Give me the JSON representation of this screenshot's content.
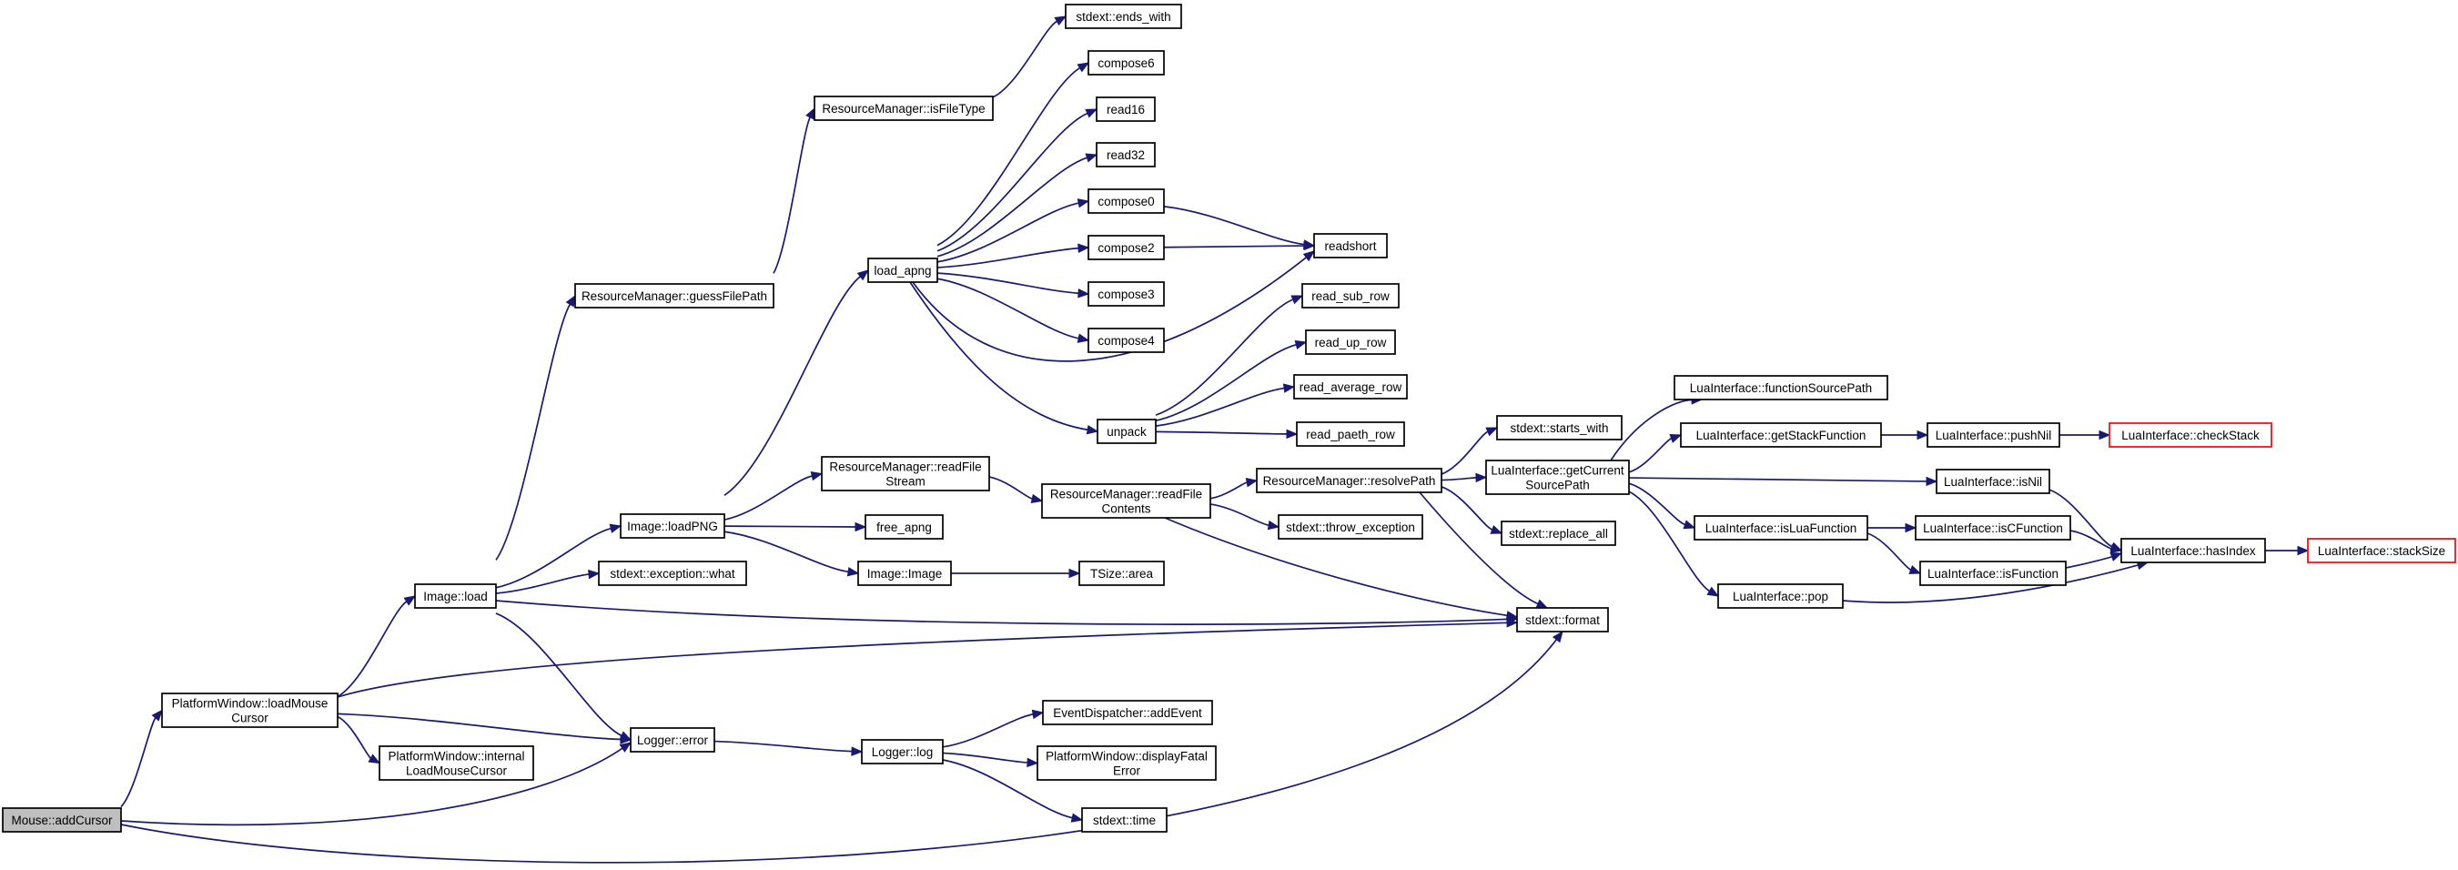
{
  "diagram": {
    "root": "Mouse::addCursor",
    "colors": {
      "edge": "#191970",
      "root_fill": "#bfbfbf",
      "truncated_border": "#ff0000",
      "node_border": "#000000"
    },
    "nodes": [
      {
        "id": "addCursor",
        "lines": [
          "Mouse::addCursor"
        ],
        "kind": "root"
      },
      {
        "id": "loadMouseCursor",
        "lines": [
          "PlatformWindow::loadMouse",
          "Cursor"
        ]
      },
      {
        "id": "internalLoad",
        "lines": [
          "PlatformWindow::internal",
          "LoadMouseCursor"
        ]
      },
      {
        "id": "imageLoad",
        "lines": [
          "Image::load"
        ]
      },
      {
        "id": "loggerError",
        "lines": [
          "Logger::error"
        ]
      },
      {
        "id": "loggerLog",
        "lines": [
          "Logger::log"
        ]
      },
      {
        "id": "addEvent",
        "lines": [
          "EventDispatcher::addEvent"
        ]
      },
      {
        "id": "displayFatal",
        "lines": [
          "PlatformWindow::displayFatal",
          "Error"
        ]
      },
      {
        "id": "time",
        "lines": [
          "stdext::time"
        ]
      },
      {
        "id": "loadPNG",
        "lines": [
          "Image::loadPNG"
        ]
      },
      {
        "id": "exceptionWhat",
        "lines": [
          "stdext::exception::what"
        ]
      },
      {
        "id": "guessFilePath",
        "lines": [
          "ResourceManager::guessFilePath"
        ]
      },
      {
        "id": "isFileType",
        "lines": [
          "ResourceManager::isFileType"
        ]
      },
      {
        "id": "endsWith",
        "lines": [
          "stdext::ends_with"
        ]
      },
      {
        "id": "readFileStream",
        "lines": [
          "ResourceManager::readFile",
          "Stream"
        ]
      },
      {
        "id": "freeApng",
        "lines": [
          "free_apng"
        ]
      },
      {
        "id": "imageImage",
        "lines": [
          "Image::Image"
        ]
      },
      {
        "id": "tsizeArea",
        "lines": [
          "TSize::area"
        ]
      },
      {
        "id": "loadApng",
        "lines": [
          "load_apng"
        ]
      },
      {
        "id": "compose6",
        "lines": [
          "compose6"
        ]
      },
      {
        "id": "read16",
        "lines": [
          "read16"
        ]
      },
      {
        "id": "read32",
        "lines": [
          "read32"
        ]
      },
      {
        "id": "compose0",
        "lines": [
          "compose0"
        ]
      },
      {
        "id": "compose2",
        "lines": [
          "compose2"
        ]
      },
      {
        "id": "compose3",
        "lines": [
          "compose3"
        ]
      },
      {
        "id": "compose4",
        "lines": [
          "compose4"
        ]
      },
      {
        "id": "unpack",
        "lines": [
          "unpack"
        ]
      },
      {
        "id": "readshort",
        "lines": [
          "readshort"
        ]
      },
      {
        "id": "readSubRow",
        "lines": [
          "read_sub_row"
        ]
      },
      {
        "id": "readUpRow",
        "lines": [
          "read_up_row"
        ]
      },
      {
        "id": "readAverageRow",
        "lines": [
          "read_average_row"
        ]
      },
      {
        "id": "readPaethRow",
        "lines": [
          "read_paeth_row"
        ]
      },
      {
        "id": "readFileContents",
        "lines": [
          "ResourceManager::readFile",
          "Contents"
        ]
      },
      {
        "id": "resolvePath",
        "lines": [
          "ResourceManager::resolvePath"
        ]
      },
      {
        "id": "throwException",
        "lines": [
          "stdext::throw_exception"
        ]
      },
      {
        "id": "startsWith",
        "lines": [
          "stdext::starts_with"
        ]
      },
      {
        "id": "replaceAll",
        "lines": [
          "stdext::replace_all"
        ]
      },
      {
        "id": "format",
        "lines": [
          "stdext::format"
        ]
      },
      {
        "id": "getCurrentSourcePath",
        "lines": [
          "LuaInterface::getCurrent",
          "SourcePath"
        ]
      },
      {
        "id": "functionSourcePath",
        "lines": [
          "LuaInterface::functionSourcePath"
        ]
      },
      {
        "id": "getStackFunction",
        "lines": [
          "LuaInterface::getStackFunction"
        ]
      },
      {
        "id": "pushNil",
        "lines": [
          "LuaInterface::pushNil"
        ]
      },
      {
        "id": "checkStack",
        "lines": [
          "LuaInterface::checkStack"
        ],
        "kind": "truncated"
      },
      {
        "id": "isNil",
        "lines": [
          "LuaInterface::isNil"
        ]
      },
      {
        "id": "isLuaFunction",
        "lines": [
          "LuaInterface::isLuaFunction"
        ]
      },
      {
        "id": "isCFunction",
        "lines": [
          "LuaInterface::isCFunction"
        ]
      },
      {
        "id": "isFunction",
        "lines": [
          "LuaInterface::isFunction"
        ]
      },
      {
        "id": "pop",
        "lines": [
          "LuaInterface::pop"
        ]
      },
      {
        "id": "hasIndex",
        "lines": [
          "LuaInterface::hasIndex"
        ]
      },
      {
        "id": "stackSize",
        "lines": [
          "LuaInterface::stackSize"
        ],
        "kind": "truncated"
      }
    ],
    "edges": [
      [
        "addCursor",
        "loadMouseCursor"
      ],
      [
        "addCursor",
        "loggerError"
      ],
      [
        "addCursor",
        "format"
      ],
      [
        "loadMouseCursor",
        "imageLoad"
      ],
      [
        "loadMouseCursor",
        "internalLoad"
      ],
      [
        "loadMouseCursor",
        "loggerError"
      ],
      [
        "loadMouseCursor",
        "format"
      ],
      [
        "imageLoad",
        "guessFilePath"
      ],
      [
        "imageLoad",
        "loadPNG"
      ],
      [
        "imageLoad",
        "exceptionWhat"
      ],
      [
        "imageLoad",
        "loggerError"
      ],
      [
        "imageLoad",
        "format"
      ],
      [
        "loggerError",
        "loggerLog"
      ],
      [
        "loggerLog",
        "addEvent"
      ],
      [
        "loggerLog",
        "displayFatal"
      ],
      [
        "loggerLog",
        "time"
      ],
      [
        "guessFilePath",
        "isFileType"
      ],
      [
        "isFileType",
        "endsWith"
      ],
      [
        "loadPNG",
        "loadApng"
      ],
      [
        "loadPNG",
        "readFileStream"
      ],
      [
        "loadPNG",
        "freeApng"
      ],
      [
        "loadPNG",
        "imageImage"
      ],
      [
        "imageImage",
        "tsizeArea"
      ],
      [
        "readFileStream",
        "readFileContents"
      ],
      [
        "loadApng",
        "compose6"
      ],
      [
        "loadApng",
        "read16"
      ],
      [
        "loadApng",
        "read32"
      ],
      [
        "loadApng",
        "compose0"
      ],
      [
        "loadApng",
        "compose2"
      ],
      [
        "loadApng",
        "compose3"
      ],
      [
        "loadApng",
        "compose4"
      ],
      [
        "loadApng",
        "unpack"
      ],
      [
        "loadApng",
        "readshort"
      ],
      [
        "compose0",
        "readshort"
      ],
      [
        "compose2",
        "readshort"
      ],
      [
        "unpack",
        "readSubRow"
      ],
      [
        "unpack",
        "readUpRow"
      ],
      [
        "unpack",
        "readAverageRow"
      ],
      [
        "unpack",
        "readPaethRow"
      ],
      [
        "readFileContents",
        "resolvePath"
      ],
      [
        "readFileContents",
        "throwException"
      ],
      [
        "readFileContents",
        "format"
      ],
      [
        "resolvePath",
        "startsWith"
      ],
      [
        "resolvePath",
        "getCurrentSourcePath"
      ],
      [
        "resolvePath",
        "replaceAll"
      ],
      [
        "resolvePath",
        "format"
      ],
      [
        "getCurrentSourcePath",
        "functionSourcePath"
      ],
      [
        "getCurrentSourcePath",
        "getStackFunction"
      ],
      [
        "getCurrentSourcePath",
        "isNil"
      ],
      [
        "getCurrentSourcePath",
        "isLuaFunction"
      ],
      [
        "getCurrentSourcePath",
        "pop"
      ],
      [
        "getStackFunction",
        "pushNil"
      ],
      [
        "pushNil",
        "checkStack"
      ],
      [
        "isNil",
        "hasIndex"
      ],
      [
        "isLuaFunction",
        "isCFunction"
      ],
      [
        "isLuaFunction",
        "isFunction"
      ],
      [
        "isCFunction",
        "hasIndex"
      ],
      [
        "isFunction",
        "hasIndex"
      ],
      [
        "pop",
        "hasIndex"
      ],
      [
        "hasIndex",
        "stackSize"
      ]
    ]
  }
}
